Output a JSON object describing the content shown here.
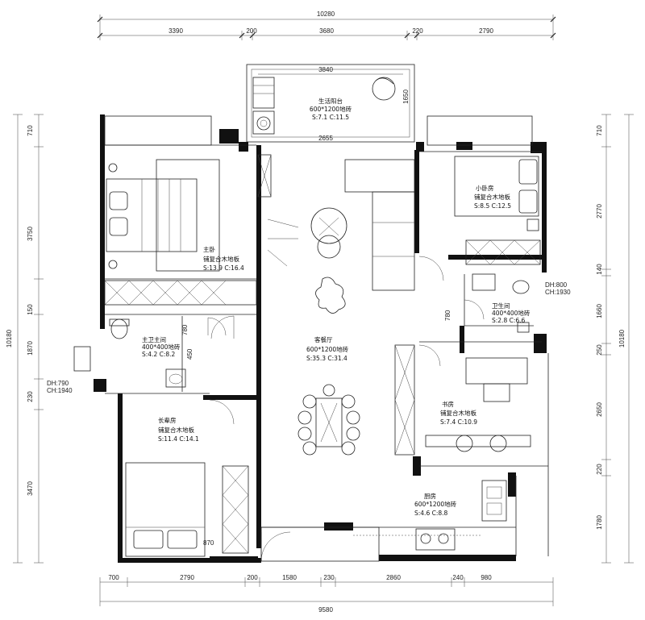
{
  "dimensions": {
    "top_total": "10280",
    "top_segments": [
      "3390",
      "200",
      "3680",
      "220",
      "2790"
    ],
    "balcony_inner": "3840",
    "balcony_depth": "1650",
    "balcony_opening": "2655",
    "left_total": "10180",
    "left_segments": [
      "710",
      "3750",
      "150",
      "1870",
      "230",
      "3470"
    ],
    "right_total": "10180",
    "right_segments": [
      "710",
      "2770",
      "140",
      "1660",
      "250",
      "2650",
      "220",
      "1780"
    ],
    "bottom_total": "9580",
    "bottom_segments": [
      "700",
      "2790",
      "200",
      "1580",
      "230",
      "2860",
      "240",
      "980"
    ],
    "misc": [
      "780",
      "450",
      "780",
      "870"
    ]
  },
  "rooms": {
    "balcony": {
      "name": "生活阳台",
      "floor": "600*1200地砖",
      "area": "S:7.1 C:11.5"
    },
    "master_bedroom": {
      "name": "主卧",
      "floor": "铺复合木地板",
      "area": "S:13.9 C:16.4"
    },
    "master_bath": {
      "name": "主卫主间",
      "floor": "400*400地砖",
      "area": "S:4.2 C:8.2"
    },
    "living_dining": {
      "name": "客餐厅",
      "floor": "600*1200地砖",
      "area": "S:35.3 C:31.4"
    },
    "small_bedroom": {
      "name": "小卧房",
      "floor": "铺复合木地板",
      "area": "S:8.5 C:12.5"
    },
    "guest_bath": {
      "name": "卫生间",
      "floor": "400*400地砖",
      "area": "S:2.8 C:6.6"
    },
    "study": {
      "name": "书房",
      "floor": "铺复合木地板",
      "area": "S:7.4 C:10.9"
    },
    "elder_bedroom": {
      "name": "长辈房",
      "floor": "铺复合木地板",
      "area": "S:11.4 C:14.1"
    },
    "kitchen": {
      "name": "厨房",
      "floor": "600*1200地砖",
      "area": "S:4.6 C:8.8"
    }
  },
  "window_heights": {
    "right": {
      "dh": "DH:800",
      "ch": "CH:1930"
    },
    "left": {
      "dh": "DH:790",
      "ch": "CH:1940"
    }
  }
}
